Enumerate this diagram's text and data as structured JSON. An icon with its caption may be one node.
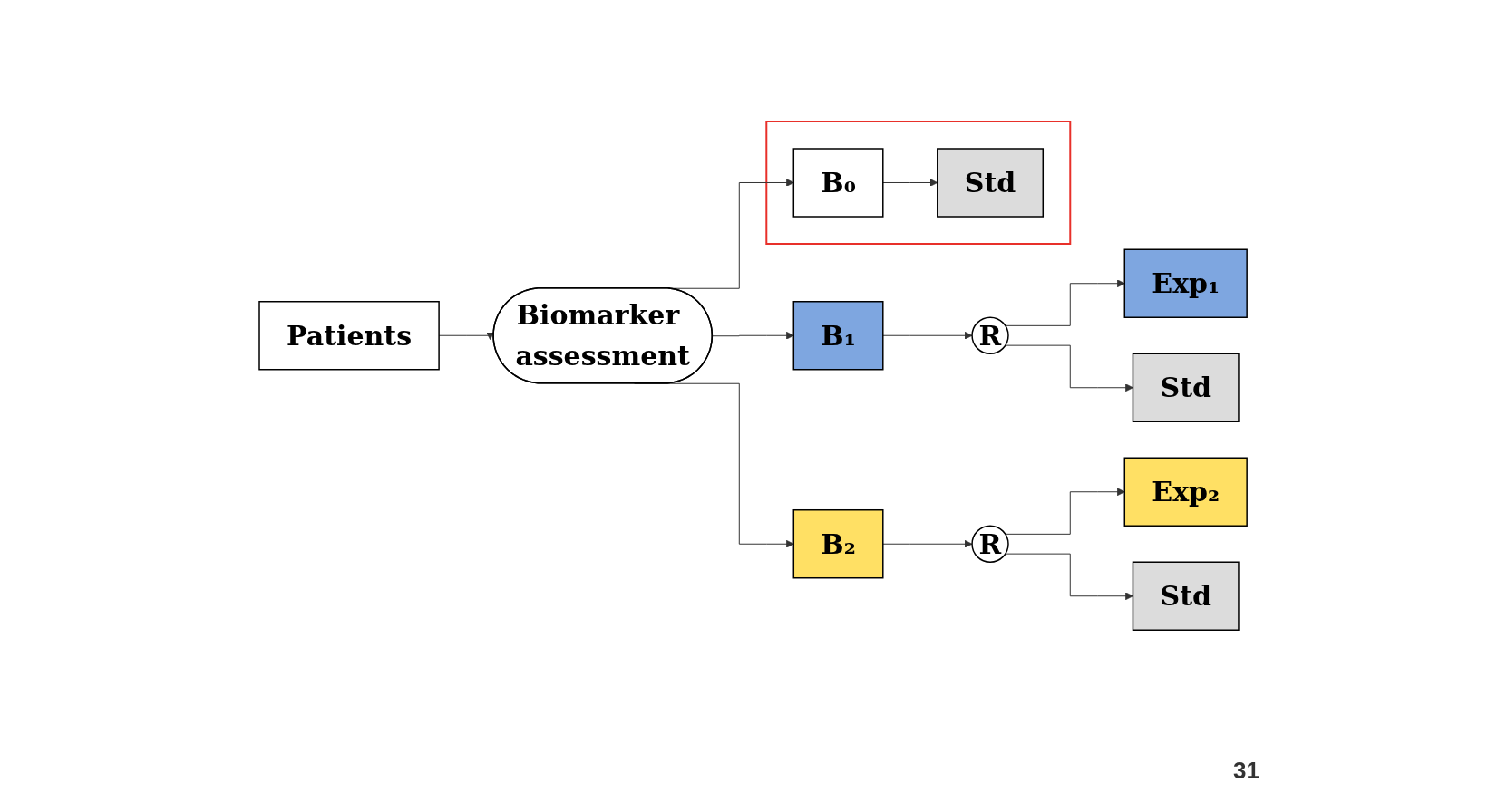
{
  "diagram": {
    "nodes": [
      {
        "text": [
          "Patients"
        ]
      },
      {
        "text": [
          "Biomarker assessment"
        ]
      },
      {
        "text": [
          "B₁"
        ]
      },
      {
        "text": [
          "R"
        ]
      },
      {
        "text": [
          "Exp₁"
        ]
      },
      {
        "text": [
          "Std"
        ]
      },
      {
        "text": [
          "B₂"
        ]
      },
      {
        "text": [
          "R"
        ]
      },
      {
        "text": [
          "Exp₂"
        ]
      },
      {
        "text": [
          "Std"
        ]
      },
      {
        "text": [],
        "shape": "box"
      },
      {
        "text": [
          "B₀"
        ],
        "in": 10
      },
      {
        "text": [
          "Std"
        ],
        "in": 10
      }
    ],
    "edges": [
      {
        "from": 0,
        "to": 1,
        "arrow": "to"
      },
      {
        "from": 1,
        "to": 2,
        "arrow": "to"
      },
      {
        "from": 1,
        "to": 6,
        "arrow": "to"
      },
      {
        "from": 1,
        "to": 11,
        "arrow": "to"
      },
      {
        "from": 2,
        "to": 3,
        "arrow": "to"
      },
      {
        "from": 3,
        "to": 4,
        "arrow": "to"
      },
      {
        "from": 3,
        "to": 5,
        "arrow": "to"
      },
      {
        "from": 6,
        "to": 7,
        "arrow": "to"
      },
      {
        "from": 7,
        "to": 8,
        "arrow": "to"
      },
      {
        "from": 7,
        "to": 9,
        "arrow": "to"
      },
      {
        "from": 11,
        "to": 12,
        "arrow": "to"
      }
    ],
    "labels": [
      "31"
    ]
  }
}
